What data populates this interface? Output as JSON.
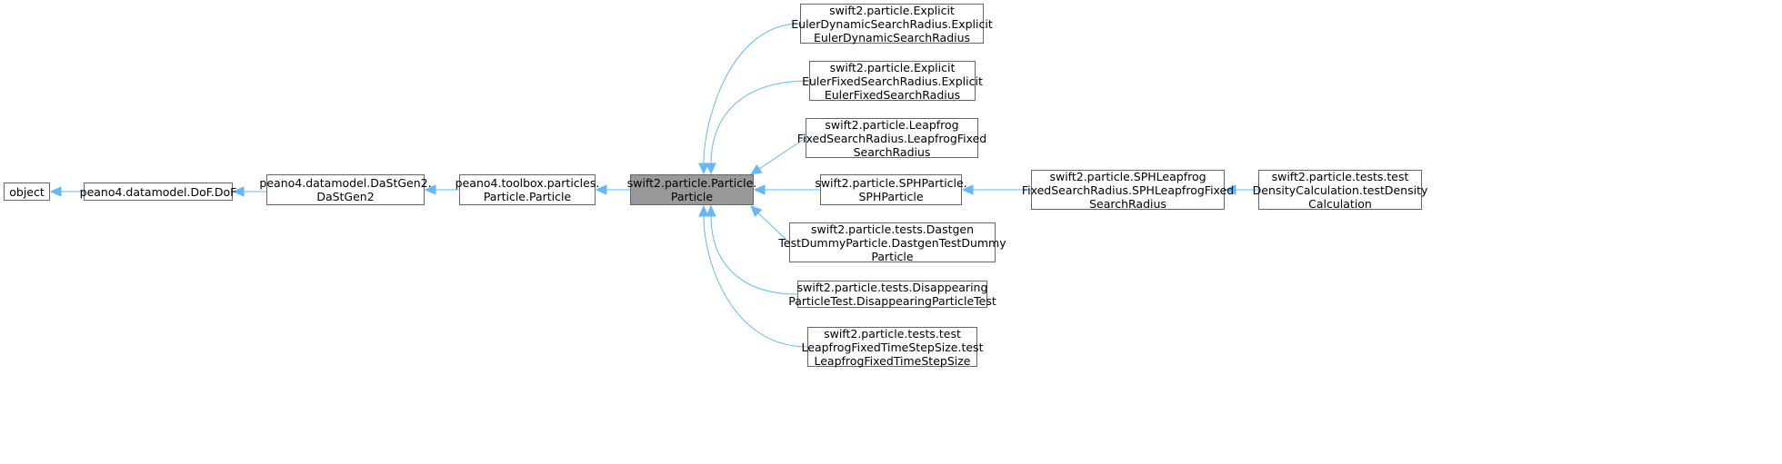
{
  "nodes": [
    {
      "id": "object",
      "lines": [
        "object"
      ],
      "highlight": false
    },
    {
      "id": "dof",
      "lines": [
        "peano4.datamodel.DoF.DoF"
      ],
      "highlight": false
    },
    {
      "id": "dastgen2",
      "lines": [
        "peano4.datamodel.DaStGen2.",
        "DaStGen2"
      ],
      "highlight": false
    },
    {
      "id": "toolbox-particle",
      "lines": [
        "peano4.toolbox.particles.",
        "Particle.Particle"
      ],
      "highlight": false
    },
    {
      "id": "swift-particle",
      "lines": [
        "swift2.particle.Particle.",
        "Particle"
      ],
      "highlight": true
    },
    {
      "id": "explicit-euler-dynamic",
      "lines": [
        "swift2.particle.Explicit",
        "EulerDynamicSearchRadius.Explicit",
        "EulerDynamicSearchRadius"
      ],
      "highlight": false
    },
    {
      "id": "explicit-euler-fixed",
      "lines": [
        "swift2.particle.Explicit",
        "EulerFixedSearchRadius.Explicit",
        "EulerFixedSearchRadius"
      ],
      "highlight": false
    },
    {
      "id": "leapfrog-fixed",
      "lines": [
        "swift2.particle.Leapfrog",
        "FixedSearchRadius.LeapfrogFixed",
        "SearchRadius"
      ],
      "highlight": false
    },
    {
      "id": "sph-particle",
      "lines": [
        "swift2.particle.SPHParticle.",
        "SPHParticle"
      ],
      "highlight": false
    },
    {
      "id": "dastgen-test-dummy",
      "lines": [
        "swift2.particle.tests.Dastgen",
        "TestDummyParticle.DastgenTestDummy",
        "Particle"
      ],
      "highlight": false
    },
    {
      "id": "disappearing-test",
      "lines": [
        "swift2.particle.tests.Disappearing",
        "ParticleTest.DisappearingParticleTest"
      ],
      "highlight": false
    },
    {
      "id": "leapfrog-timestep-test",
      "lines": [
        "swift2.particle.tests.test",
        "LeapfrogFixedTimeStepSize.test",
        "LeapfrogFixedTimeStepSize"
      ],
      "highlight": false
    },
    {
      "id": "sph-leapfrog",
      "lines": [
        "swift2.particle.SPHLeapfrog",
        "FixedSearchRadius.SPHLeapfrogFixed",
        "SearchRadius"
      ],
      "highlight": false
    },
    {
      "id": "density-test",
      "lines": [
        "swift2.particle.tests.test",
        "DensityCalculation.testDensity",
        "Calculation"
      ],
      "highlight": false
    }
  ],
  "edges": [
    {
      "from": "dof",
      "to": "object"
    },
    {
      "from": "dastgen2",
      "to": "dof"
    },
    {
      "from": "toolbox-particle",
      "to": "dastgen2"
    },
    {
      "from": "swift-particle",
      "to": "toolbox-particle"
    },
    {
      "from": "explicit-euler-dynamic",
      "to": "swift-particle"
    },
    {
      "from": "explicit-euler-fixed",
      "to": "swift-particle"
    },
    {
      "from": "leapfrog-fixed",
      "to": "swift-particle"
    },
    {
      "from": "sph-particle",
      "to": "swift-particle"
    },
    {
      "from": "dastgen-test-dummy",
      "to": "swift-particle"
    },
    {
      "from": "disappearing-test",
      "to": "swift-particle"
    },
    {
      "from": "leapfrog-timestep-test",
      "to": "swift-particle"
    },
    {
      "from": "sph-leapfrog",
      "to": "sph-particle"
    },
    {
      "from": "density-test",
      "to": "sph-leapfrog"
    }
  ],
  "colors": {
    "edge": "#63b8ff",
    "node_border": "#666666",
    "highlight_fill": "#999999"
  }
}
